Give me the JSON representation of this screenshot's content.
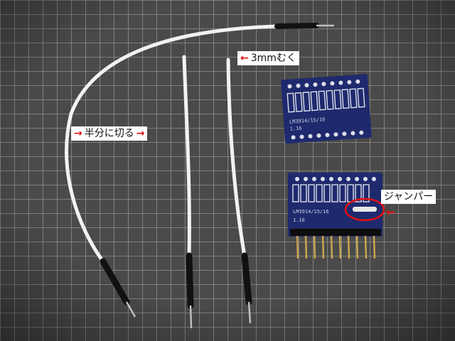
{
  "labels": {
    "strip": "3mmむく",
    "cut_half": "半分に切る",
    "jumper": "ジャンパー"
  },
  "pcb_text": {
    "top_board": "LM3914/15/16",
    "top_board_small": "1.16",
    "bottom_board": "LM3914/15/16",
    "bottom_board_small": "1.16"
  },
  "icons": {
    "arrow_left": "←",
    "arrow_right": "→"
  },
  "colors": {
    "mat": "#4a4a4a",
    "grid_line": "#8f8f8f",
    "pcb": "#1f2a6e",
    "wire": "#f2f2f2",
    "heatshrink": "#111111",
    "annotation_red": "#e01010"
  }
}
